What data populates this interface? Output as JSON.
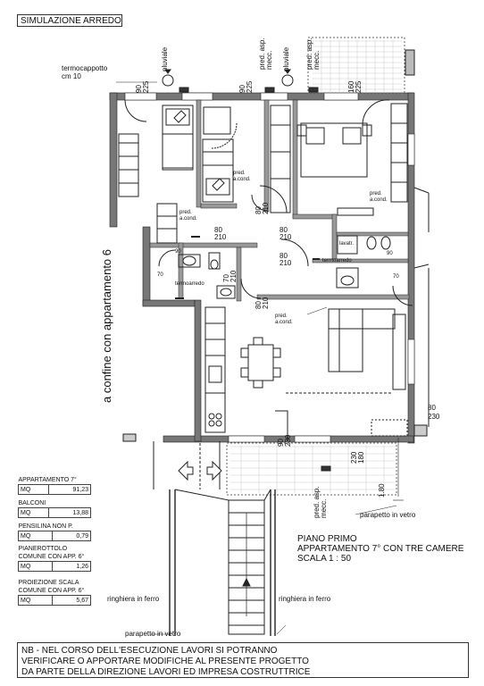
{
  "header": {
    "title": "SIMULAZIONE ARREDO"
  },
  "labels": {
    "termocappotto": "termocappotto",
    "cm10": "cm 10",
    "pluviale": "pluviale",
    "pred_asp_mecc": "pred. asp.\nmecc.",
    "pred_cond": "pred.\na.cond.",
    "termoarredo": "termoarredo",
    "lavatr": "lavatr.",
    "confine": "a confine con appartamento 6",
    "parapetto_vetro": "parapetto in vetro",
    "ringhiera_ferro": "ringhiera in ferro",
    "d90_225": "90\n225",
    "d160_225": "160\n225",
    "d80_210": "80\n210",
    "d70_210": "70\n210",
    "d90_230": "90\n230",
    "d230_180": "230\n180",
    "d80_230": "80\n230",
    "d180": "1.80",
    "d90": "90",
    "d70": "70"
  },
  "plan_caption": {
    "line1": "PIANO PRIMO",
    "line2": "APPARTAMENTO 7° CON TRE CAMERE",
    "line3": "SCALA 1 : 50"
  },
  "areas": [
    {
      "title": "APPARTAMENTO 7°",
      "unit": "MQ",
      "value": "91,23"
    },
    {
      "title": "BALCONI",
      "unit": "MQ",
      "value": "13,88"
    },
    {
      "title": "PENSILINA NON P.",
      "unit": "MQ",
      "value": "0,79"
    },
    {
      "title": "PIANEROTTOLO COMUNE  CON APP. 6°",
      "unit": "MQ",
      "value": "1,26"
    },
    {
      "title": "PROIEZIONE SCALA COMUNE  CON APP. 6°",
      "unit": "MQ",
      "value": "5,67"
    }
  ],
  "note": {
    "line1": "NB - NEL CORSO DELL'ESECUZIONE LAVORI SI POTRANNO",
    "line2": "VERIFICARE O APPORTARE MODIFICHE AL PRESENTE PROGETTO",
    "line3": "DA PARTE DELLA DIREZIONE LAVORI ED IMPRESA COSTRUTTRICE"
  }
}
